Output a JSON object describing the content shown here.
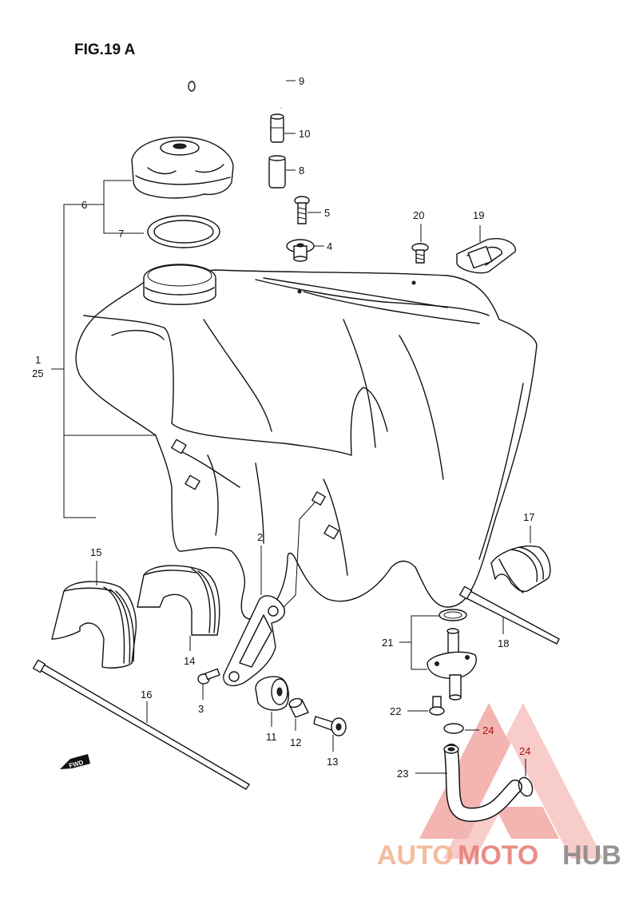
{
  "figure": {
    "title": "FIG.19 A"
  },
  "callouts": {
    "c1": "1",
    "c25": "25",
    "c2": "2",
    "c3": "3",
    "c4": "4",
    "c5": "5",
    "c6": "6",
    "c7": "7",
    "c8": "8",
    "c9": "9",
    "c10": "10",
    "c11": "11",
    "c12": "12",
    "c13": "13",
    "c14": "14",
    "c15": "15",
    "c16": "16",
    "c17": "17",
    "c18": "18",
    "c19": "19",
    "c20": "20",
    "c21": "21",
    "c22": "22",
    "c23": "23",
    "c24a": "24",
    "c24b": "24"
  },
  "fwd_arrow": {
    "label": "FWD"
  },
  "watermark": {
    "text_auto": "AUTO",
    "text_moto": "MOTO",
    "text_hub": "HUB",
    "color_primary": "#e87a73",
    "color_secondary": "#f2b28c",
    "color_hub": "#8a8a8a"
  }
}
